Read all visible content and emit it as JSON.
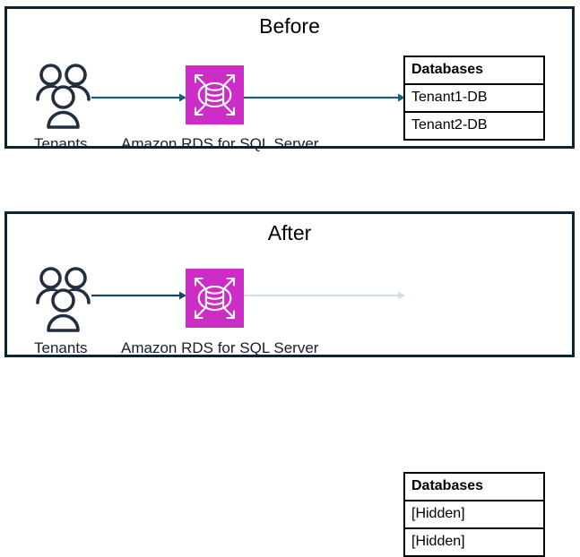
{
  "diagram": {
    "title_before": "Before",
    "title_after": "After",
    "icons": {
      "tenants": "tenants-group-icon",
      "rds": "amazon-rds-icon",
      "arrow": "arrow-right-icon"
    },
    "colors": {
      "panel_border": "#0c2430",
      "arrow_active": "#19607f",
      "arrow_muted": "#d2dee5",
      "rds_magenta": "#cc2dc6",
      "icon_navy": "#232f3e",
      "table_border": "#000000",
      "table_outer_border": "#7f7f7f",
      "text": "#161e2d"
    }
  },
  "panels": [
    {
      "id": "before",
      "title": "Before",
      "tenants_label": "Tenants",
      "service_label": "Amazon RDS for SQL Server",
      "arrow1_style": "solid-dark",
      "arrow2_style": "solid-dark",
      "table": {
        "header": "Databases",
        "rows": [
          "Tenant1-DB",
          "Tenant2-DB"
        ]
      }
    },
    {
      "id": "after",
      "title": "After",
      "tenants_label": "Tenants",
      "service_label": "Amazon RDS for SQL Server",
      "arrow1_style": "solid-dark",
      "arrow2_style": "muted",
      "table": {
        "header": "Databases",
        "rows": [
          "[Hidden]",
          "[Hidden]"
        ]
      }
    }
  ]
}
